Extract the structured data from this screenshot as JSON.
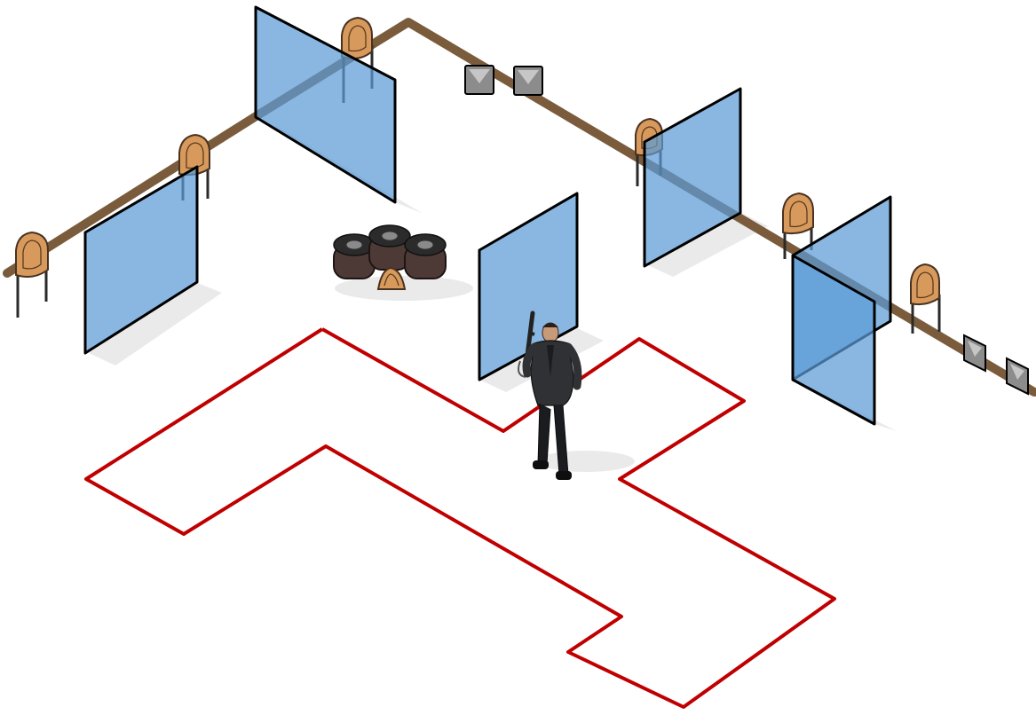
{
  "scene": {
    "description_label": "",
    "colors": {
      "panel": "#5b9bd5",
      "panel_outline": "#000000",
      "beam": "#7a5c3c",
      "boundary": "#c00000",
      "target": "#d79a5c",
      "steel_target": "#8c8c8c",
      "tires": "#4d3a36"
    },
    "icons": {
      "shooter": "shooter-figure-icon",
      "paper_target": "paper-target-icon",
      "steel_target": "steel-target-icon",
      "tire_stack": "tire-stack-icon",
      "vision_barrier": "vision-barrier-icon"
    },
    "counts": {
      "vision_barriers": 6,
      "paper_targets": 7,
      "steel_targets": 4,
      "tire_stacks": 1
    }
  }
}
